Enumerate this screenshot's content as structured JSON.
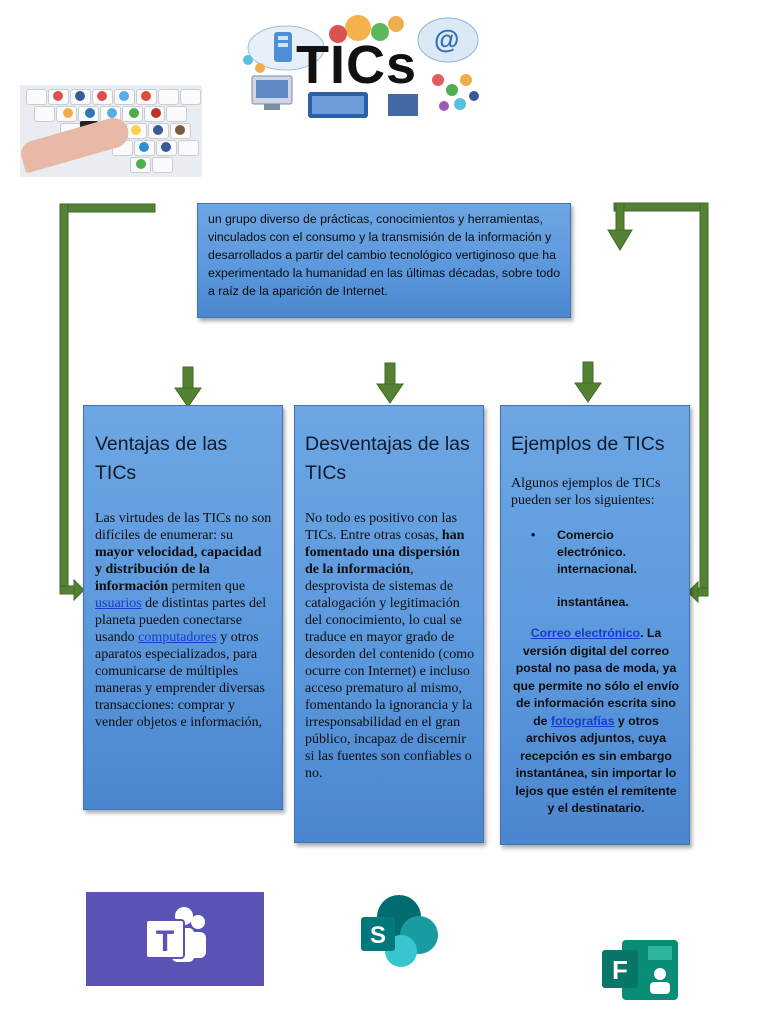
{
  "header": {
    "title": "TICs"
  },
  "definition": {
    "text": "un grupo diverso de prácticas, conocimientos y herramientas, vinculados con el consumo y la transmisión de la información y desarrollados a partir del cambio tecnológico vertiginoso que ha experimentado la humanidad en las últimas décadas, sobre todo a raíz de la aparición de Internet."
  },
  "ventajas": {
    "title": "Ventajas de las TICs",
    "p1": "Las virtudes de las TICs no son difíciles de enumerar: su ",
    "b1": "mayor velocidad, capacidad y distribución de la información",
    "p2": " permiten que ",
    "link1": "usuarios",
    "p3": " de distintas partes del planeta pueden conectarse usando ",
    "link2": "computadores",
    "p4": " y otros aparatos especializados, para comunicarse de múltiples maneras y emprender diversas transacciones: comprar y vender objetos e información,"
  },
  "desventajas": {
    "title": "Desventajas de las TICs",
    "p1": "No todo es positivo con las TICs. Entre otras cosas, ",
    "b1": "han fomentado una dispersión de la información",
    "p2": ", desprovista de sistemas de catalogación y legitimación del conocimiento, lo cual se traduce en mayor grado de desorden del contenido (como ocurre con Internet) e incluso acceso prematuro al mismo, fomentando la ignorancia y la irresponsabilidad en el gran público, incapaz de discernir si las fuentes son confiables o no."
  },
  "ejemplos": {
    "title": "Ejemplos de TICs",
    "intro": "Algunos ejemplos de TICs pueden ser los siguientes:",
    "bullet_line1": "Comercio",
    "bullet_line2": "electrónico.",
    "bullet_line3": "internacional.",
    "instantanea": "instantánea.",
    "link1": "Correo electrónico",
    "p1": ". La versión digital del correo postal no pasa de moda, ya que permite no sólo el envío de información escrita sino de ",
    "link2": "fotografías",
    "p2": " y otros archivos adjuntos, cuya recepción es sin embargo instantánea, sin importar lo lejos que estén el remitente y el destinatario."
  },
  "logos": {
    "teams_letter": "T",
    "sharepoint_letter": "S",
    "forms_letter": "F"
  },
  "colors": {
    "box_blue": "#5b9bd5",
    "arrow_green": "#548235",
    "link_blue": "#1a3bd1",
    "teams_purple": "#5a52b4",
    "sharepoint_teal": "#038387",
    "forms_green": "#077568"
  }
}
